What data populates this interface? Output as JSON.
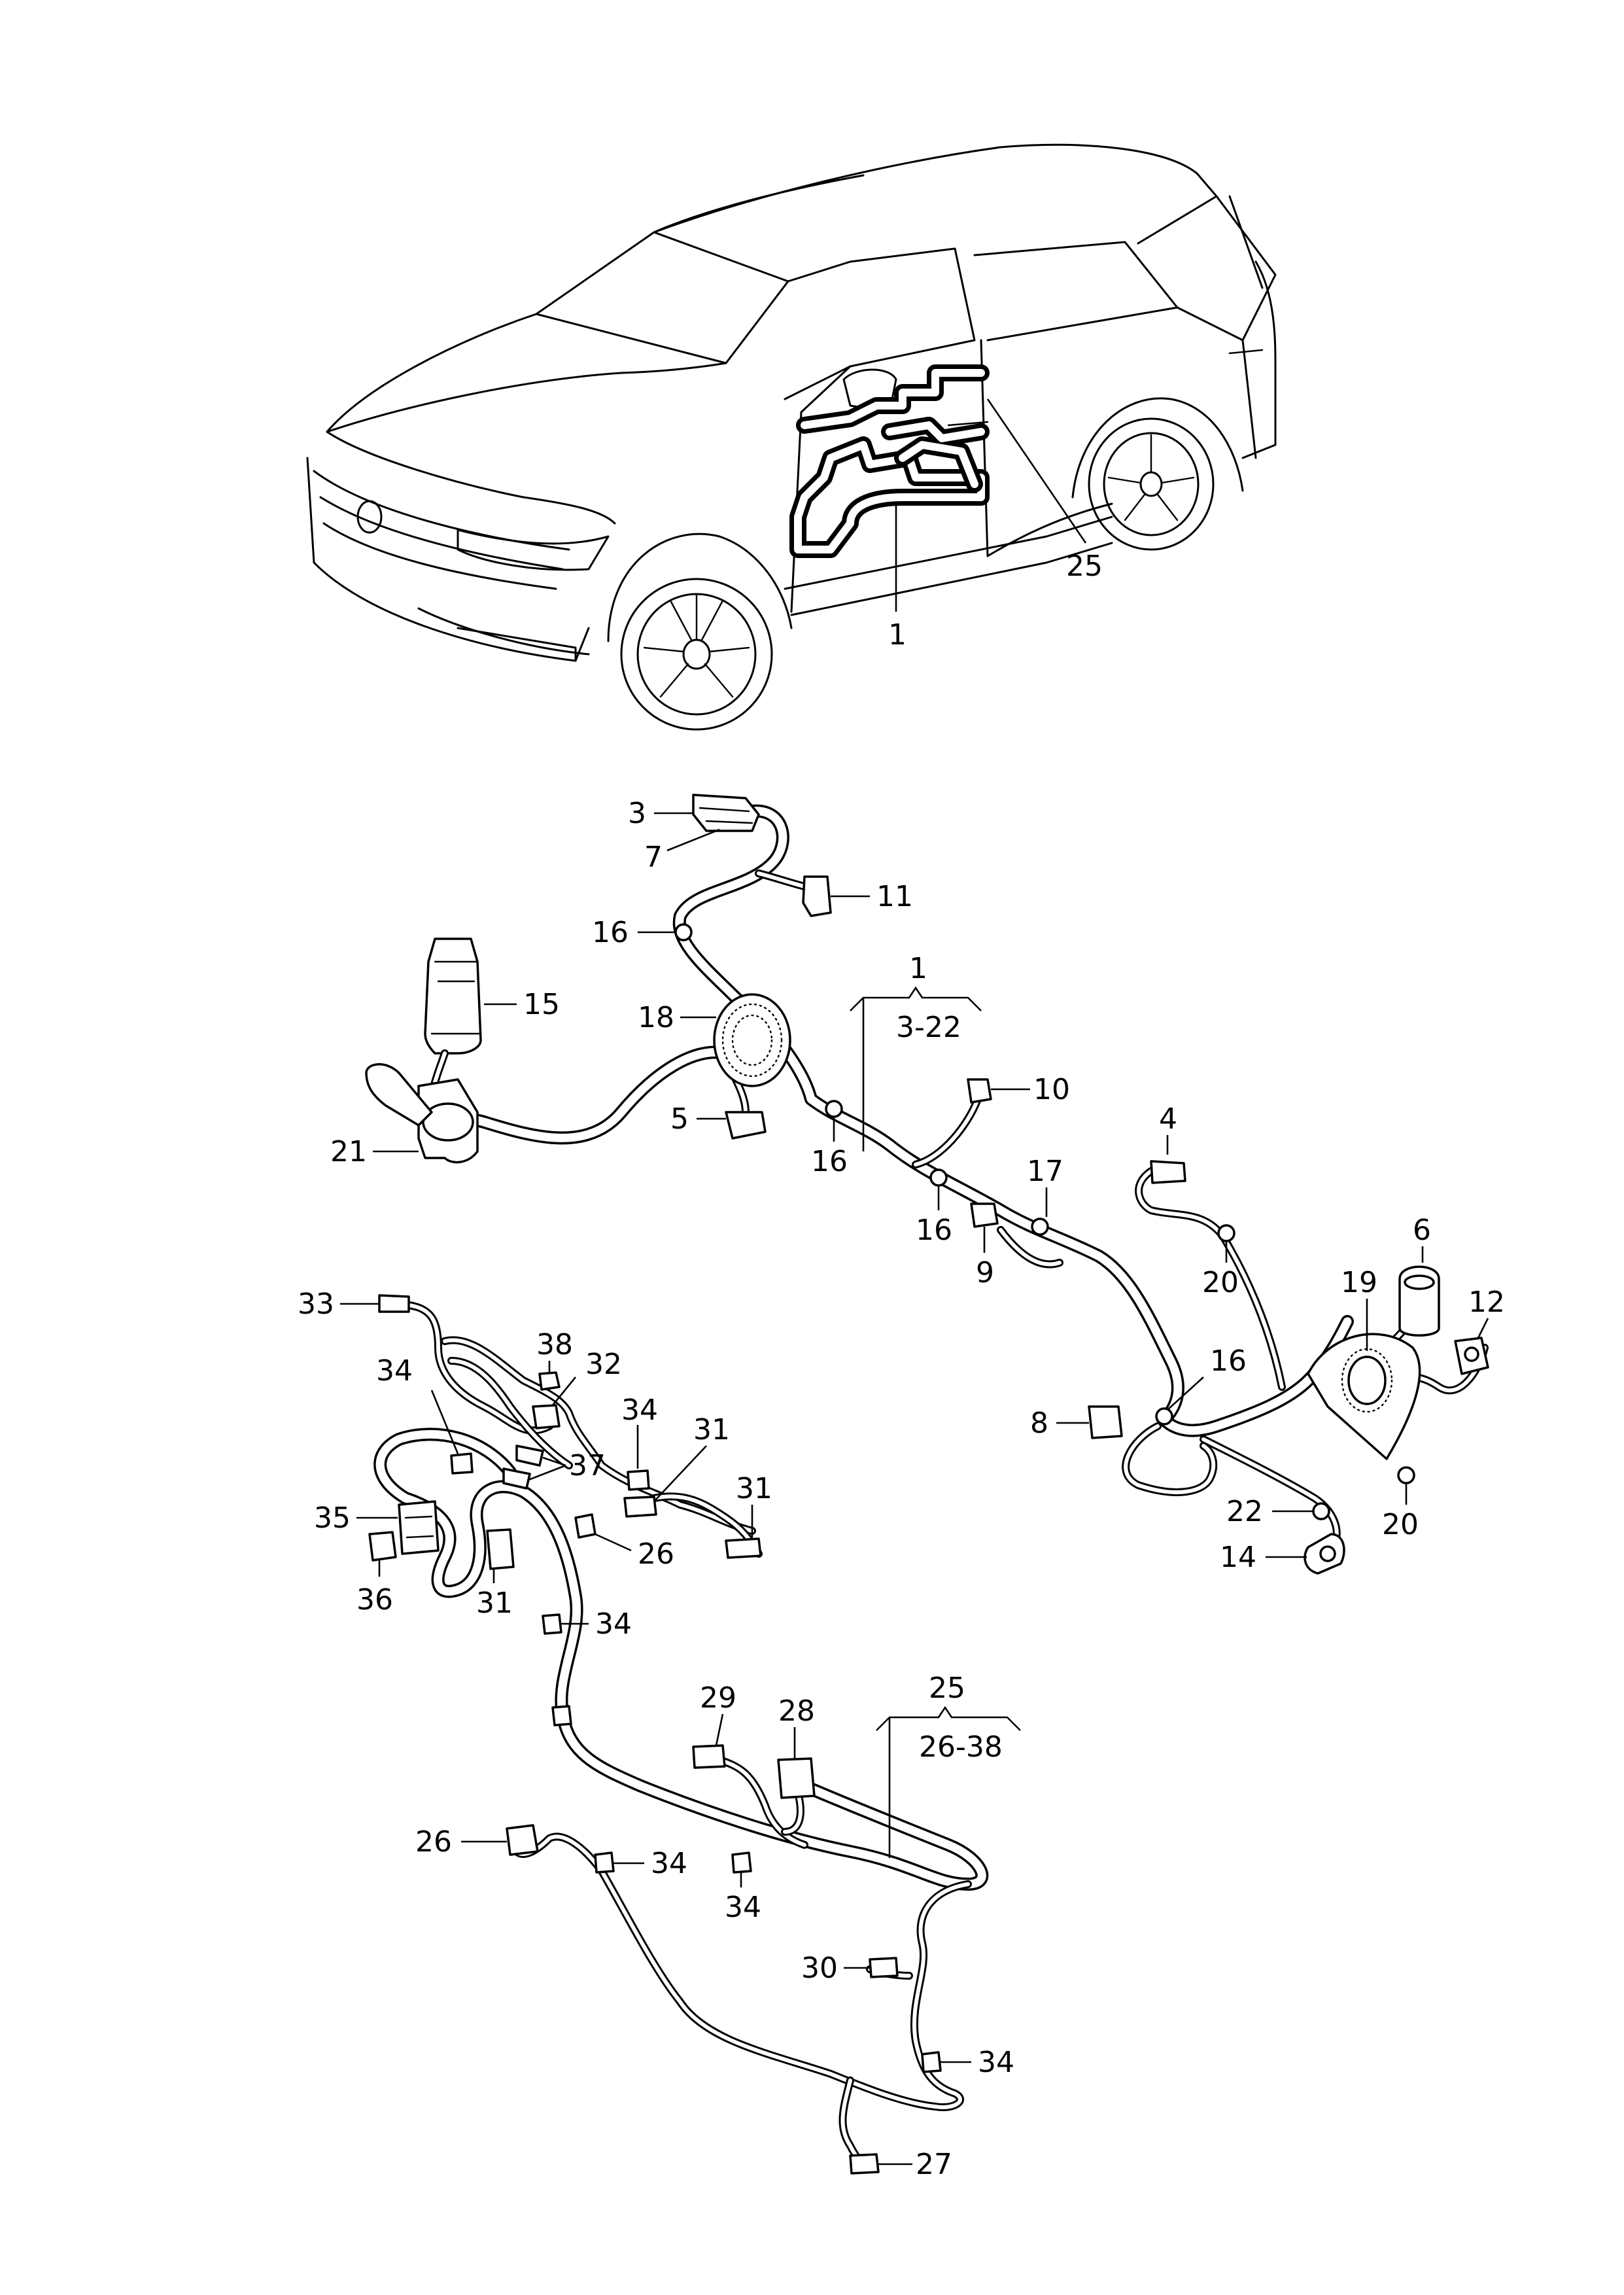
{
  "callouts": {
    "c1_top": "1",
    "c25_top": "25",
    "c3": "3",
    "c7": "7",
    "c11": "11",
    "c16_a": "16",
    "c1_group": "1",
    "c3_22": "3-22",
    "c15": "15",
    "c18": "18",
    "c10": "10",
    "c5": "5",
    "c16_b": "16",
    "c21": "21",
    "c17": "17",
    "c16_c": "16",
    "c4": "4",
    "c9": "9",
    "c20_a": "20",
    "c6": "6",
    "c19": "19",
    "c12": "12",
    "c16_d": "16",
    "c8": "8",
    "c22": "22",
    "c20_b": "20",
    "c14": "14",
    "c33": "33",
    "c38": "38",
    "c34_a": "34",
    "c32": "32",
    "c34_b": "34",
    "c31_a": "31",
    "c31_b": "31",
    "c37": "37",
    "c35": "35",
    "c26_a": "26",
    "c36": "36",
    "c31_c": "31",
    "c34_c": "34",
    "c25_group": "25",
    "c26_38": "26-38",
    "c29": "29",
    "c28": "28",
    "c26_b": "26",
    "c34_d": "34",
    "c34_e": "34",
    "c30": "30",
    "c34_f": "34",
    "c27": "27"
  }
}
